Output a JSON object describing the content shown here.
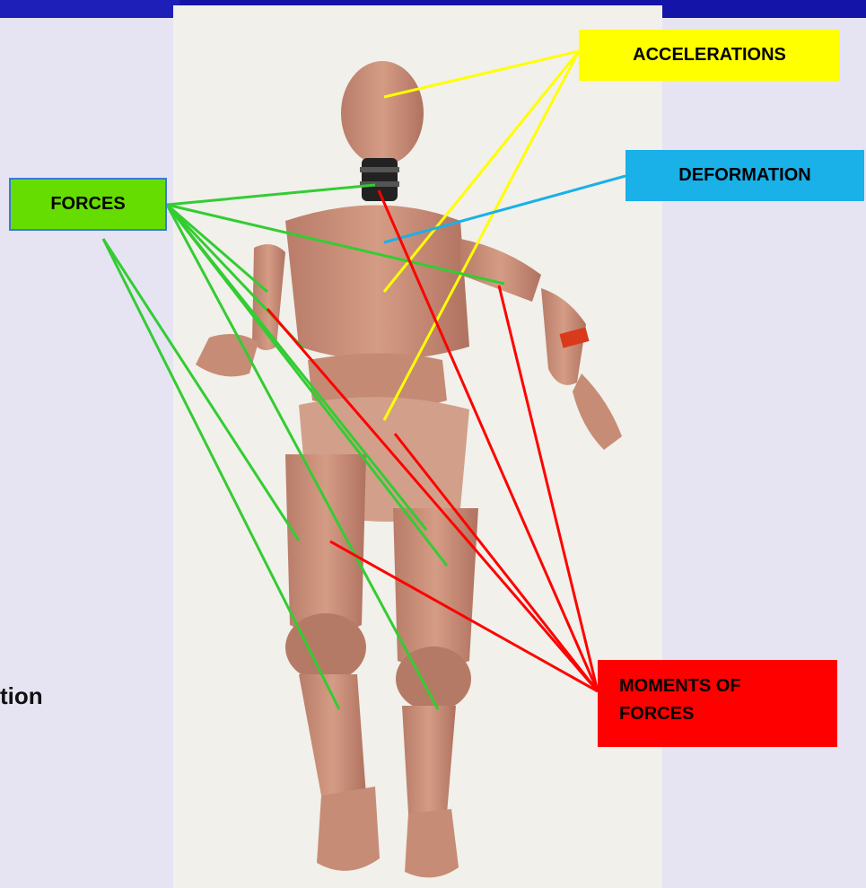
{
  "labels": {
    "accelerations": "ACCELERATIONS",
    "deformation": "DEFORMATION",
    "forces": "FORCES",
    "moments_line1": "MOMENTS OF",
    "moments_line2": "FORCES"
  },
  "side_text": "tion",
  "colors": {
    "accelerations": "#ffff00",
    "deformation": "#1ab0e8",
    "forces": "#66dd00",
    "moments": "#ff0000",
    "background": "#e6e4f3",
    "dummy_skin": "#c98e78"
  }
}
